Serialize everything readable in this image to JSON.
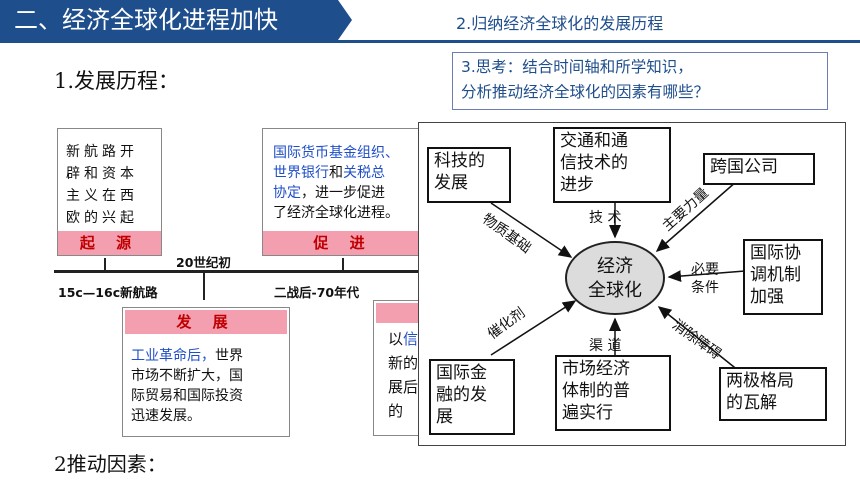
{
  "header": {
    "title": "二、经济全球化进程加快"
  },
  "tasks": {
    "task2": "2.归纳经济全球化的发展历程",
    "task3_line1": "3.思考：结合时间轴和所学知识，",
    "task3_line2": "分析推动经济全球化的因素有哪些？"
  },
  "section1": "1.发展历程：",
  "section2": "2推动因素：",
  "timeline": {
    "label_20c": "20世纪初",
    "label_15c": "15c—16c新航路",
    "label_postwar": "二战后-70年代",
    "card_origin": {
      "text_lines": [
        "新航路开",
        "辟和资本",
        "主义在西",
        "欧的兴起"
      ],
      "tag": "起 源"
    },
    "card_promote": {
      "line1_a": "国际货币基金组织、",
      "line2_a": "世界银行",
      "line2_b": "和",
      "line2_c": "关税总",
      "line3_a": "协定",
      "line3_b": "，进一步促进",
      "line4": "了经济全球化进程。",
      "tag": "促 进"
    },
    "card_develop": {
      "tag": "发 展",
      "line1_a": "工业革命后，",
      "line1_b": "世界",
      "line2": "市场不断扩大，国",
      "line3": "际贸易和国际投资",
      "line4": "迅速发展。"
    },
    "card_partial": {
      "line1_a": "以",
      "line1_b": "信",
      "line2": "新的",
      "line3": "展后",
      "line4": "的"
    }
  },
  "diagram": {
    "hub_line1": "经济",
    "hub_line2": "全球化",
    "tech": [
      "科技的",
      "发展"
    ],
    "transport": [
      "交通和通",
      "信技术的",
      "进步"
    ],
    "multinational": "跨国公司",
    "coordination": [
      "国际协",
      "调机制",
      "加强"
    ],
    "bipolar": [
      "两极格局",
      "的瓦解"
    ],
    "market": [
      "市场经济",
      "体制的普",
      "遍实行"
    ],
    "finance": [
      "国际金",
      "融的发",
      "展"
    ],
    "lbl_material": "物质基础",
    "lbl_tech": "技 术",
    "lbl_main": "主要力量",
    "lbl_needed1": "必要",
    "lbl_needed2": "条件",
    "lbl_remove": "消除障碍",
    "lbl_channel": "渠 道",
    "lbl_catalyst": "催化剂"
  }
}
